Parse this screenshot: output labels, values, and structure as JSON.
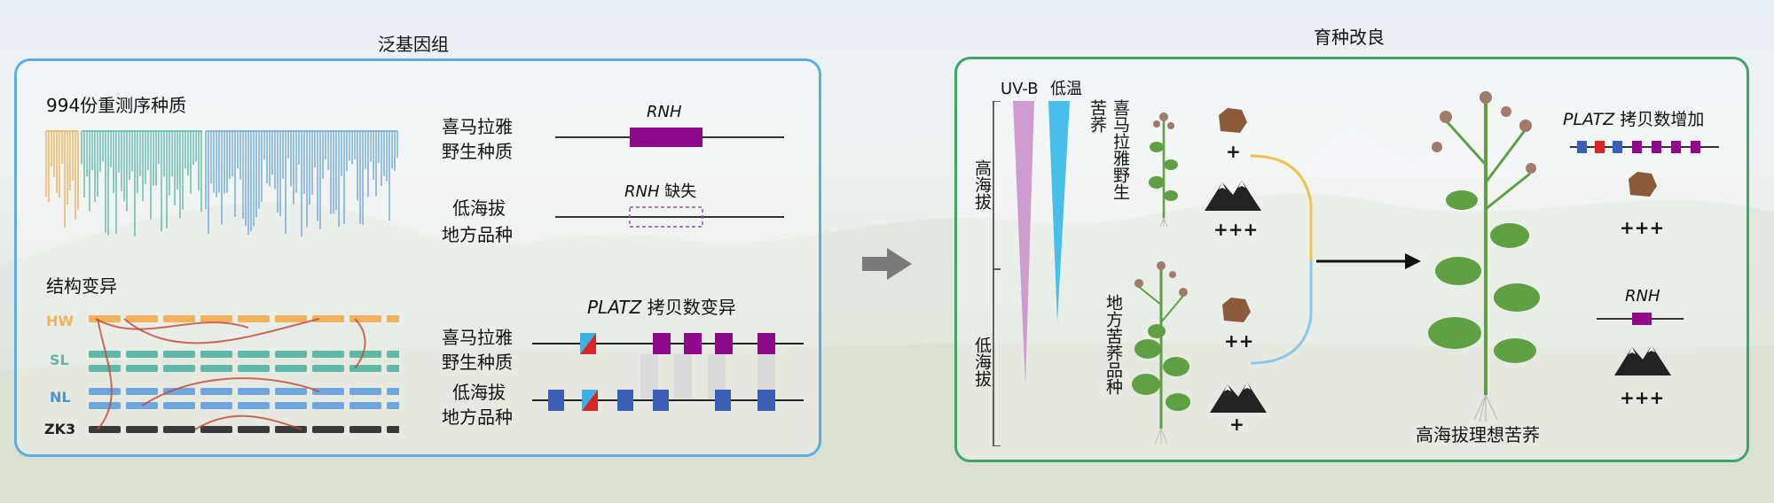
{
  "pangenome": {
    "title": "泛基因组",
    "accessions": "994份重测序种质",
    "sv_title": "结构变异",
    "sv_tracks": [
      "HW",
      "SL",
      "NL",
      "ZK3"
    ],
    "rnh_gene": "RNH",
    "rnh_wild_label": [
      "喜马拉雅",
      "野生种质"
    ],
    "rnh_missing_gene": "RNH",
    "rnh_missing_suffix": " 缺失",
    "rnh_low_label": [
      "低海拔",
      "地方品种"
    ],
    "platz_gene": "PLATZ",
    "platz_suffix": " 拷贝数变异",
    "platz_wild_label": [
      "喜马拉雅",
      "野生种质"
    ],
    "platz_low_label": [
      "低海拔",
      "地方品种"
    ]
  },
  "breeding": {
    "title": "育种改良",
    "uvb": "UV-B",
    "low_temp": "低温",
    "high_alt": "高海拔",
    "low_alt": "低海拔",
    "wild_buckwheat": "喜马拉雅野生苦荞",
    "local_buckwheat": "地方苦荞品种",
    "wild_seed_score": "+",
    "wild_stress_score": "+++",
    "local_seed_score": "++",
    "local_stress_score": "+",
    "ideal_plant": "高海拔理想苦荞",
    "platz_gene": "PLATZ",
    "platz_suffix": " 拷贝数增加",
    "ideal_seed_score": "+++",
    "rnh_gene": "RNH",
    "ideal_stress_score": "+++"
  },
  "colors": {
    "box_left": "#5aafe0",
    "box_right": "#3fa66a",
    "rnh": "#8e0a8a",
    "platz": "#8e0a8a",
    "platz_blue": "#3a5fb5",
    "hw": "#f0b25a",
    "sl": "#5fb8a8",
    "nl": "#6fa6de",
    "zk3": "#3a3a3a",
    "sv_red": "#c0473a",
    "uvb": "#c98cc9",
    "cold": "#35b9e8",
    "seed": "#8a5a3a",
    "leaf": "#5ea043",
    "line_yellow": "#f1c24d",
    "line_blue": "#8ec8e8"
  }
}
